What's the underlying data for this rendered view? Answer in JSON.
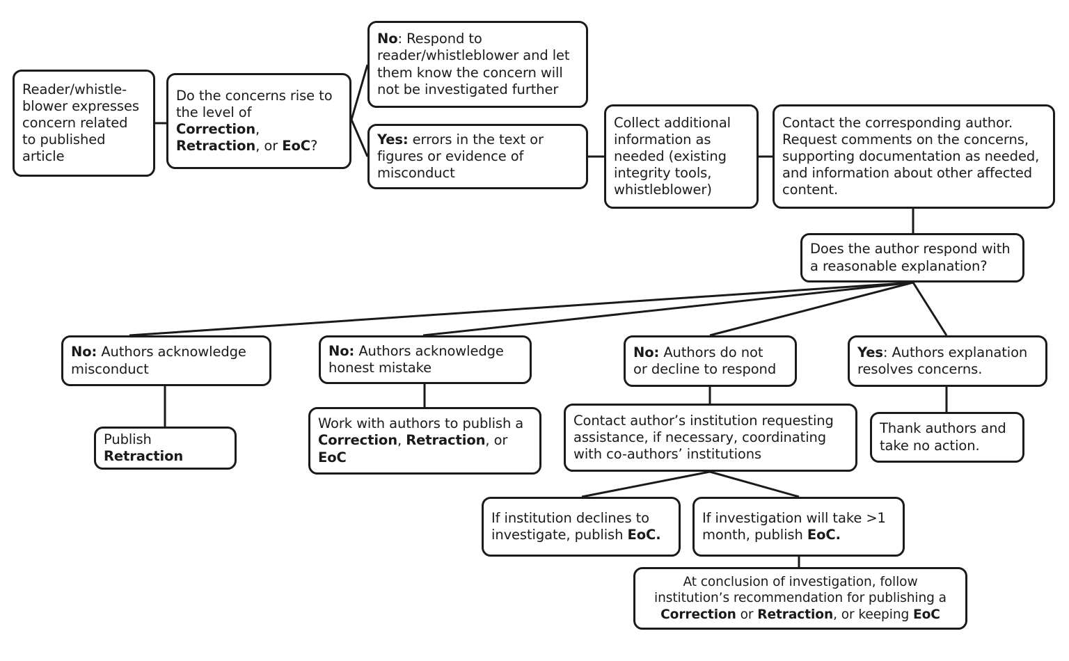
{
  "diagram": {
    "title": "Workflow for handling reader/whistleblower concerns about published articles",
    "theme": {
      "background": "#ffffff",
      "stroke": "#1a1a1a",
      "text": "#1a1a1a",
      "fill": "#ffffff"
    }
  },
  "nodes": {
    "start": {
      "id": "reader-concern",
      "text": "Reader/whistle-\nblower expresses\nconcern related\nto published\narticle",
      "bold_terms": []
    },
    "decision1": {
      "id": "concerns-level-question",
      "text_html": "Do the concerns rise to\nthe level of\n<b>Correction</b>,\n<b>Retraction</b>, or <b>EoC</b>?",
      "bold_terms": [
        "Correction",
        "Retraction",
        "EoC"
      ]
    },
    "no_branch": {
      "id": "no-respond-to-reader",
      "text_html": "<b>No</b>: Respond to\nreader/whistleblower and let\nthem know the concern will\nnot be investigated further",
      "answer": "No"
    },
    "yes_branch": {
      "id": "yes-errors",
      "text_html": "<b>Yes:</b> errors in the text or\nfigures or evidence of\nmisconduct",
      "answer": "Yes"
    },
    "collect": {
      "id": "collect-additional-info",
      "text_html": "Collect additional\ninformation as\nneeded (existing\nintegrity tools,\nwhistleblower)"
    },
    "contact_author": {
      "id": "contact-corresponding-author",
      "text_html": "Contact the corresponding author.\nRequest comments on the concerns,\nsupporting documentation as needed,\nand information about other affected\ncontent."
    },
    "decision2": {
      "id": "author-response-question",
      "text_html": "Does the author respond with\na reasonable explanation?"
    },
    "branch_misconduct": {
      "id": "no-authors-acknowledge-misconduct",
      "text_html": "<b>No:</b> Authors acknowledge\nmisconduct",
      "answer": "No"
    },
    "branch_honest_mistake": {
      "id": "no-authors-acknowledge-honest-mistake",
      "text_html": "<b>No:</b> Authors acknowledge\nhonest mistake",
      "answer": "No"
    },
    "branch_no_response": {
      "id": "no-authors-do-not-respond",
      "text_html": "<b>No:</b> Authors do not\nor decline to respond",
      "answer": "No"
    },
    "branch_resolved": {
      "id": "yes-explanation-resolves",
      "text_html": "<b>Yes</b>: Authors explanation\nresolves concerns.",
      "answer": "Yes"
    },
    "publish_retraction": {
      "id": "publish-retraction",
      "text_html": "Publish\n<b>Retraction</b>"
    },
    "work_with_authors": {
      "id": "work-with-authors",
      "text_html": "Work with authors to publish a\n<b>Correction</b>, <b>Retraction</b>, or\n<b>EoC</b>"
    },
    "contact_institution": {
      "id": "contact-institution",
      "text_html": "Contact author’s institution requesting\nassistance, if necessary, coordinating\nwith co-authors’ institutions"
    },
    "thank_authors": {
      "id": "thank-authors",
      "text_html": "Thank authors and\ntake no action."
    },
    "institution_declines": {
      "id": "institution-declines-publish-eoc",
      "text_html": "If institution declines to\ninvestigate, publish <b>EoC.</b>"
    },
    "investigation_long": {
      "id": "investigation-over-one-month-publish-eoc",
      "text_html": "If investigation will take &gt;1\nmonth, publish <b>EoC.</b>"
    },
    "conclusion": {
      "id": "conclusion-follow-recommendation",
      "text_html": "At conclusion of investigation, follow\ninstitution’s recommendation for publishing a\n<b>Correction</b> or <b>Retraction</b>, or keeping <b>EoC</b>"
    }
  },
  "edges": [
    {
      "from": "start",
      "to": "decision1",
      "kind": "straight"
    },
    {
      "from": "decision1",
      "to": "no_branch",
      "kind": "fork-up"
    },
    {
      "from": "decision1",
      "to": "yes_branch",
      "kind": "fork-down"
    },
    {
      "from": "yes_branch",
      "to": "collect",
      "kind": "straight"
    },
    {
      "from": "collect",
      "to": "contact_author",
      "kind": "straight"
    },
    {
      "from": "contact_author",
      "to": "decision2",
      "kind": "vertical"
    },
    {
      "from": "decision2",
      "to": "branch_misconduct",
      "kind": "fan"
    },
    {
      "from": "decision2",
      "to": "branch_honest_mistake",
      "kind": "fan"
    },
    {
      "from": "decision2",
      "to": "branch_no_response",
      "kind": "fan"
    },
    {
      "from": "decision2",
      "to": "branch_resolved",
      "kind": "fan"
    },
    {
      "from": "branch_misconduct",
      "to": "publish_retraction",
      "kind": "vertical"
    },
    {
      "from": "branch_honest_mistake",
      "to": "work_with_authors",
      "kind": "vertical"
    },
    {
      "from": "branch_no_response",
      "to": "contact_institution",
      "kind": "vertical"
    },
    {
      "from": "branch_resolved",
      "to": "thank_authors",
      "kind": "vertical"
    },
    {
      "from": "contact_institution",
      "to": "institution_declines",
      "kind": "fan"
    },
    {
      "from": "contact_institution",
      "to": "investigation_long",
      "kind": "fan"
    },
    {
      "from": "investigation_long",
      "to": "conclusion",
      "kind": "vertical"
    }
  ]
}
